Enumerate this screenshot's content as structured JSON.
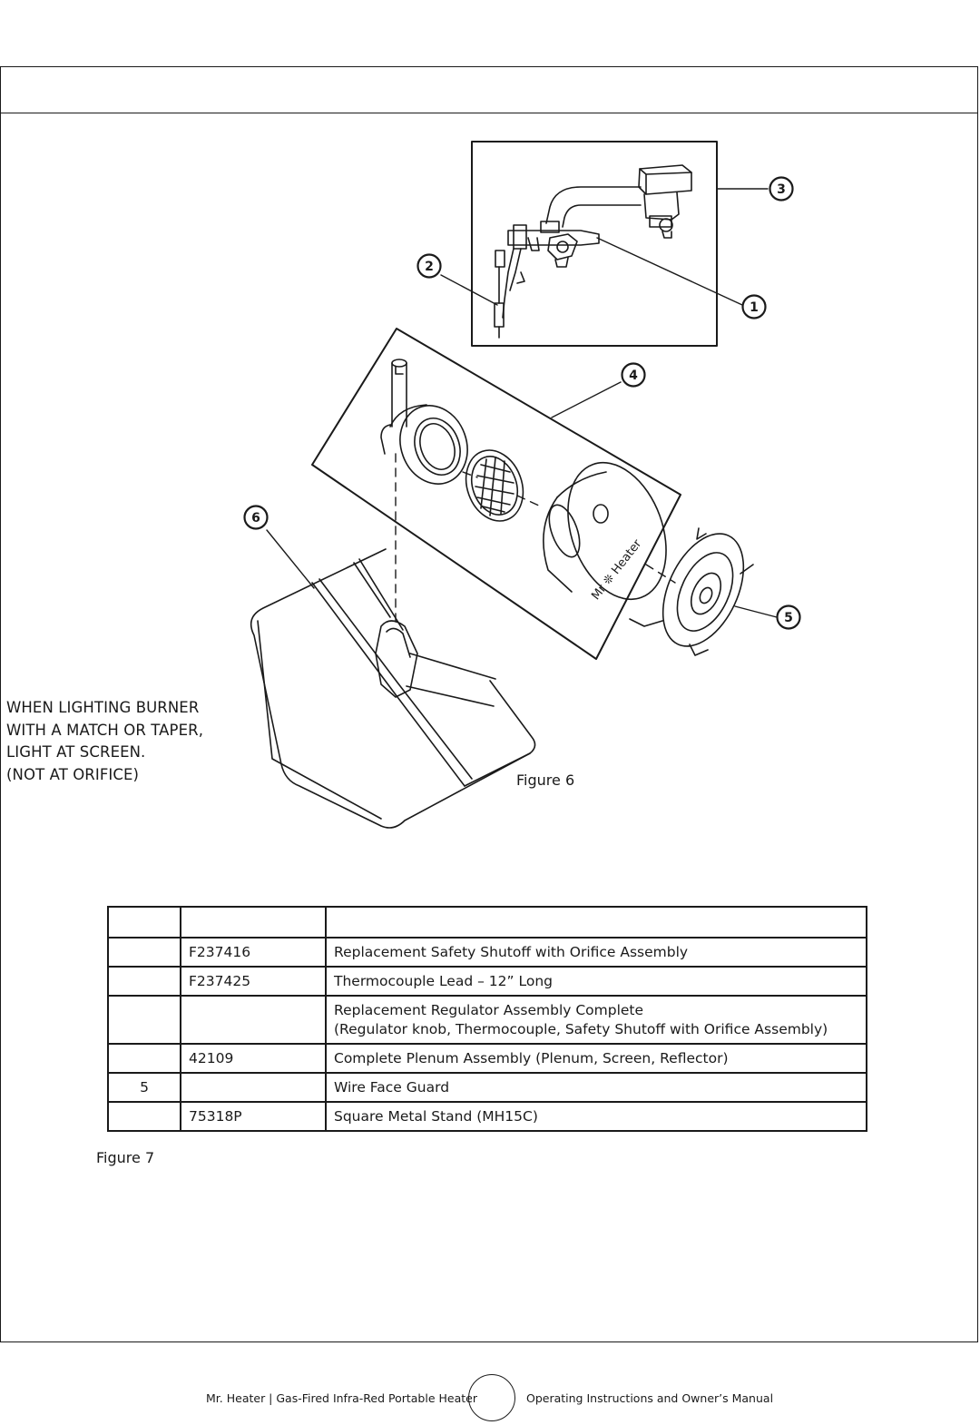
{
  "warning": {
    "lines": [
      "WHEN LIGHTING BURNER",
      "WITH A MATCH OR TAPER,",
      "LIGHT AT SCREEN.",
      "(NOT AT ORIFICE)"
    ]
  },
  "figure6": {
    "caption": "Figure 6",
    "callouts": [
      "1",
      "2",
      "3",
      "4",
      "5",
      "6"
    ],
    "brand_mark": "Mr ❊ Heater"
  },
  "parts_table": {
    "headers": [
      "",
      "",
      ""
    ],
    "rows": [
      {
        "key": "",
        "part": "F237416",
        "desc": [
          "Replacement Safety Shutoff with Orifice Assembly"
        ]
      },
      {
        "key": "",
        "part": "F237425",
        "desc": [
          "Thermocouple Lead – 12” Long"
        ]
      },
      {
        "key": "",
        "part": "",
        "desc": [
          "Replacement Regulator Assembly Complete",
          "(Regulator knob, Thermocouple, Safety Shutoff with Orifice Assembly)"
        ]
      },
      {
        "key": "",
        "part": "42109",
        "desc": [
          "Complete Plenum Assembly (Plenum, Screen, Reflector)"
        ]
      },
      {
        "key": "5",
        "part": "",
        "desc": [
          "Wire Face Guard"
        ]
      },
      {
        "key": "",
        "part": "75318P",
        "desc": [
          "Square Metal Stand (MH15C)"
        ]
      }
    ]
  },
  "figure7": {
    "caption": "Figure 7"
  },
  "footer": {
    "left": "Mr. Heater | Gas-Fired Infra-Red Portable Heater",
    "right": "Operating Instructions and Owner’s Manual"
  }
}
